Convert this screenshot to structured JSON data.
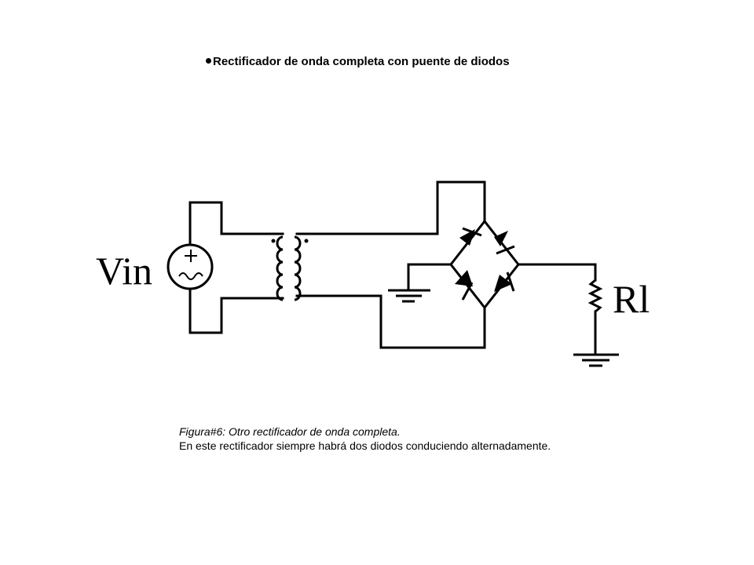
{
  "title": "Rectificador de onda completa con puente de diodos",
  "diagram": {
    "source_label": "Vin",
    "load_label": "Rl"
  },
  "caption": {
    "figure": "Figura#6: Otro rectificador de onda completa.",
    "description": "En este rectificador siempre habrá dos diodos conduciendo alternadamente."
  }
}
